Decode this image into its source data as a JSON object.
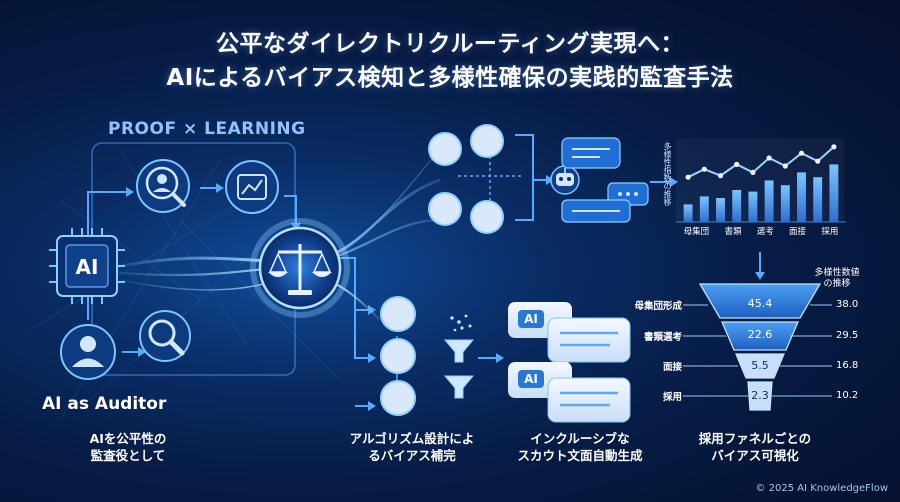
{
  "title": {
    "line1": "公平なダイレクトリクルーティング実現へ：",
    "line2": "AIによるバイアス検知と多様性確保の実践的監査手法"
  },
  "proof_learning": "PROOF × LEARNING",
  "chip_label": "AI",
  "auditor_label": "AI as Auditor",
  "captions": {
    "auditor": "AIを公平性の\n監査役として",
    "algorithm": "アルゴリズム設計によ\nるバイアス補完",
    "scout": "インクルーシブな\nスカウト文面自動生成",
    "funnel": "採用ファネルごとの\nバイアス可視化"
  },
  "bubble_ai_label": "AI",
  "bar_chart": {
    "ylabel": "多様性指数の推移",
    "categories": [
      "母集団",
      "書類",
      "選考",
      "面接",
      "採用"
    ],
    "values": [
      22,
      32,
      30,
      40,
      38,
      52,
      46,
      62,
      56,
      72
    ],
    "line": [
      56,
      66,
      58,
      72,
      62,
      80,
      70,
      86,
      76,
      94
    ],
    "ylim": [
      0,
      100
    ]
  },
  "funnel": {
    "header": "多様性数値\nの推移",
    "stages": [
      {
        "label": "母集団形成",
        "value": "45.4",
        "right": "38.0"
      },
      {
        "label": "書類選考",
        "value": "22.6",
        "right": "29.5"
      },
      {
        "label": "面接",
        "value": "5.5",
        "right": "16.8"
      },
      {
        "label": "採用",
        "value": "2.3",
        "right": "10.2"
      }
    ]
  },
  "copyright": "© 2025 AI KnowledgeFlow",
  "colors": {
    "accent": "#4aa8ff",
    "glow": "#8fd0ff",
    "funnel": "#2a78d6"
  }
}
